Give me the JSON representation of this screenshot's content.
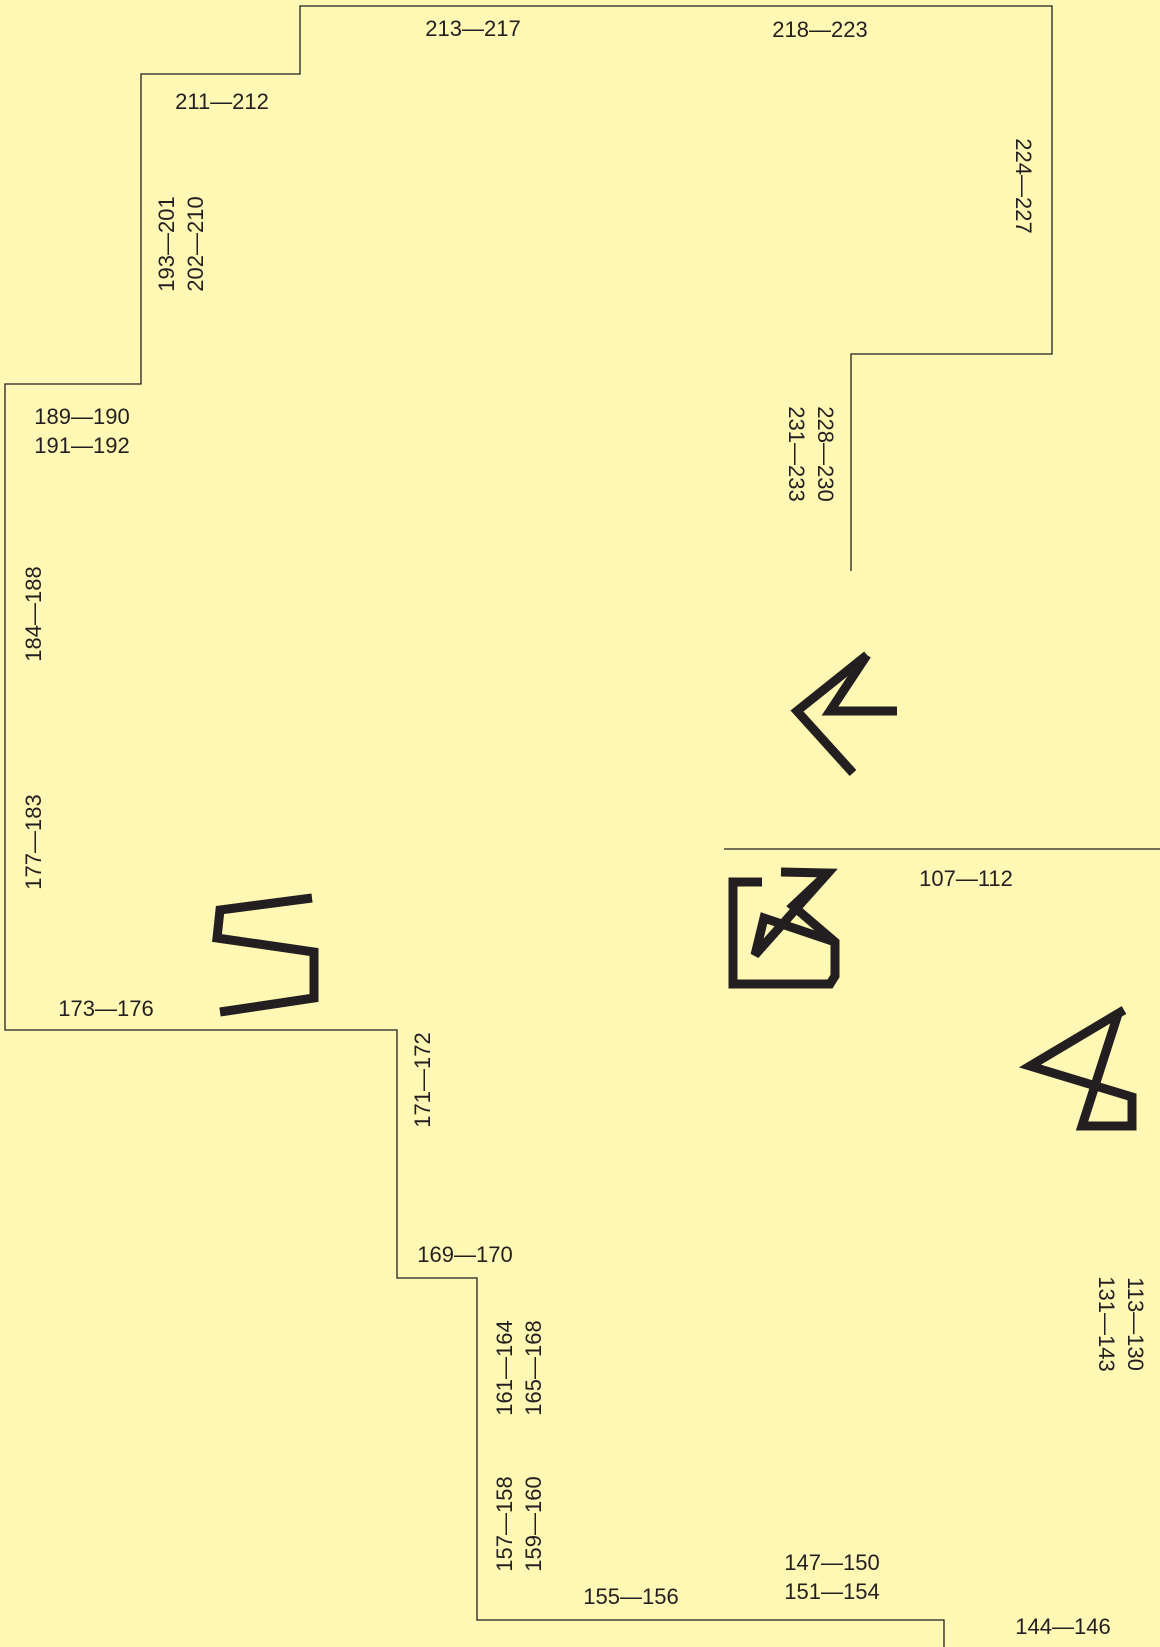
{
  "room_ranges": {
    "r_213_217": "213—217",
    "r_218_223": "218—223",
    "r_211_212": "211—212",
    "r_224_227": "224—227",
    "r_193_201": "193—201",
    "r_202_210": "202—210",
    "r_189_190": "189—190",
    "r_191_192": "191—192",
    "r_228_230": "228—230",
    "r_231_233": "231—233",
    "r_184_188": "184—188",
    "r_177_183": "177—183",
    "r_107_112": "107—112",
    "r_173_176": "173—176",
    "r_171_172": "171—172",
    "r_169_170": "169—170",
    "r_161_164": "161—164",
    "r_165_168": "165—168",
    "r_113_130": "113—130",
    "r_131_143": "131—143",
    "r_157_158": "157—158",
    "r_159_160": "159—160",
    "r_147_150": "147—150",
    "r_151_154": "151—154",
    "r_155_156": "155—156",
    "r_144_146": "144—146"
  },
  "colors": {
    "background": "#fef8b4",
    "ink": "#231f20"
  },
  "icons": [
    "arrow-glyph",
    "box-glyph",
    "five-glyph",
    "four-glyph"
  ]
}
